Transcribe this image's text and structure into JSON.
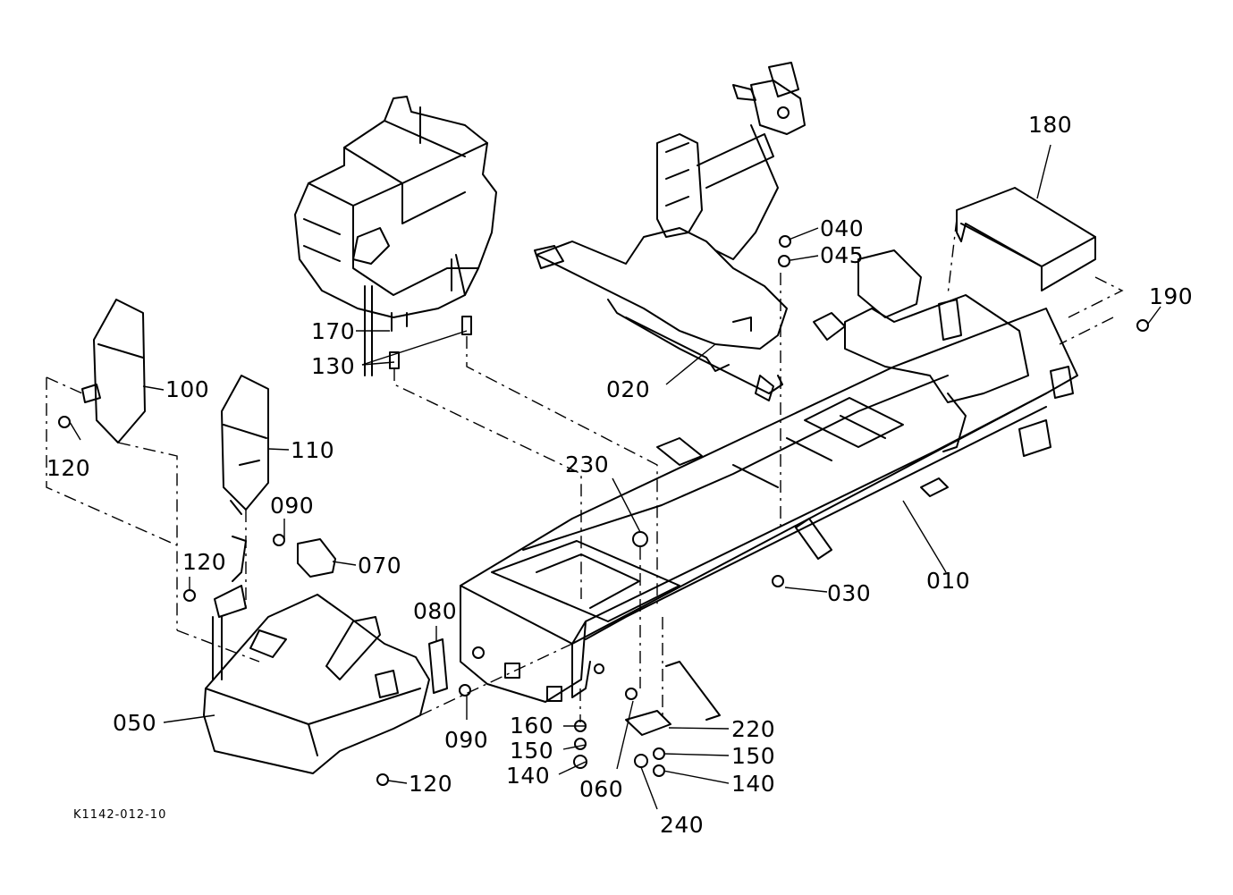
{
  "diagram": {
    "reference_code": "K1142-012-10",
    "parts": [
      {
        "id": "p010",
        "label": "010"
      },
      {
        "id": "p020",
        "label": "020"
      },
      {
        "id": "p030",
        "label": "030"
      },
      {
        "id": "p040",
        "label": "040"
      },
      {
        "id": "p045",
        "label": "045"
      },
      {
        "id": "p050",
        "label": "050"
      },
      {
        "id": "p060",
        "label": "060"
      },
      {
        "id": "p070",
        "label": "070"
      },
      {
        "id": "p080",
        "label": "080"
      },
      {
        "id": "p090a",
        "label": "090"
      },
      {
        "id": "p090b",
        "label": "090"
      },
      {
        "id": "p100",
        "label": "100"
      },
      {
        "id": "p110",
        "label": "110"
      },
      {
        "id": "p120a",
        "label": "120"
      },
      {
        "id": "p120b",
        "label": "120"
      },
      {
        "id": "p120c",
        "label": "120"
      },
      {
        "id": "p130",
        "label": "130"
      },
      {
        "id": "p140a",
        "label": "140"
      },
      {
        "id": "p140b",
        "label": "140"
      },
      {
        "id": "p150a",
        "label": "150"
      },
      {
        "id": "p150b",
        "label": "150"
      },
      {
        "id": "p160",
        "label": "160"
      },
      {
        "id": "p170",
        "label": "170"
      },
      {
        "id": "p180",
        "label": "180"
      },
      {
        "id": "p190",
        "label": "190"
      },
      {
        "id": "p220",
        "label": "220"
      },
      {
        "id": "p230",
        "label": "230"
      },
      {
        "id": "p240",
        "label": "240"
      }
    ]
  }
}
